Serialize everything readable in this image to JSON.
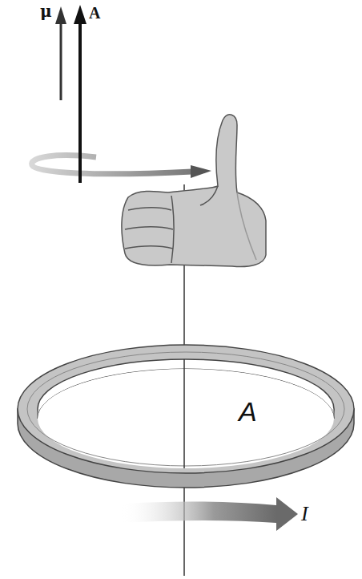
{
  "diagram": {
    "labels": [
      "μ",
      "A",
      "A",
      "I"
    ]
  }
}
